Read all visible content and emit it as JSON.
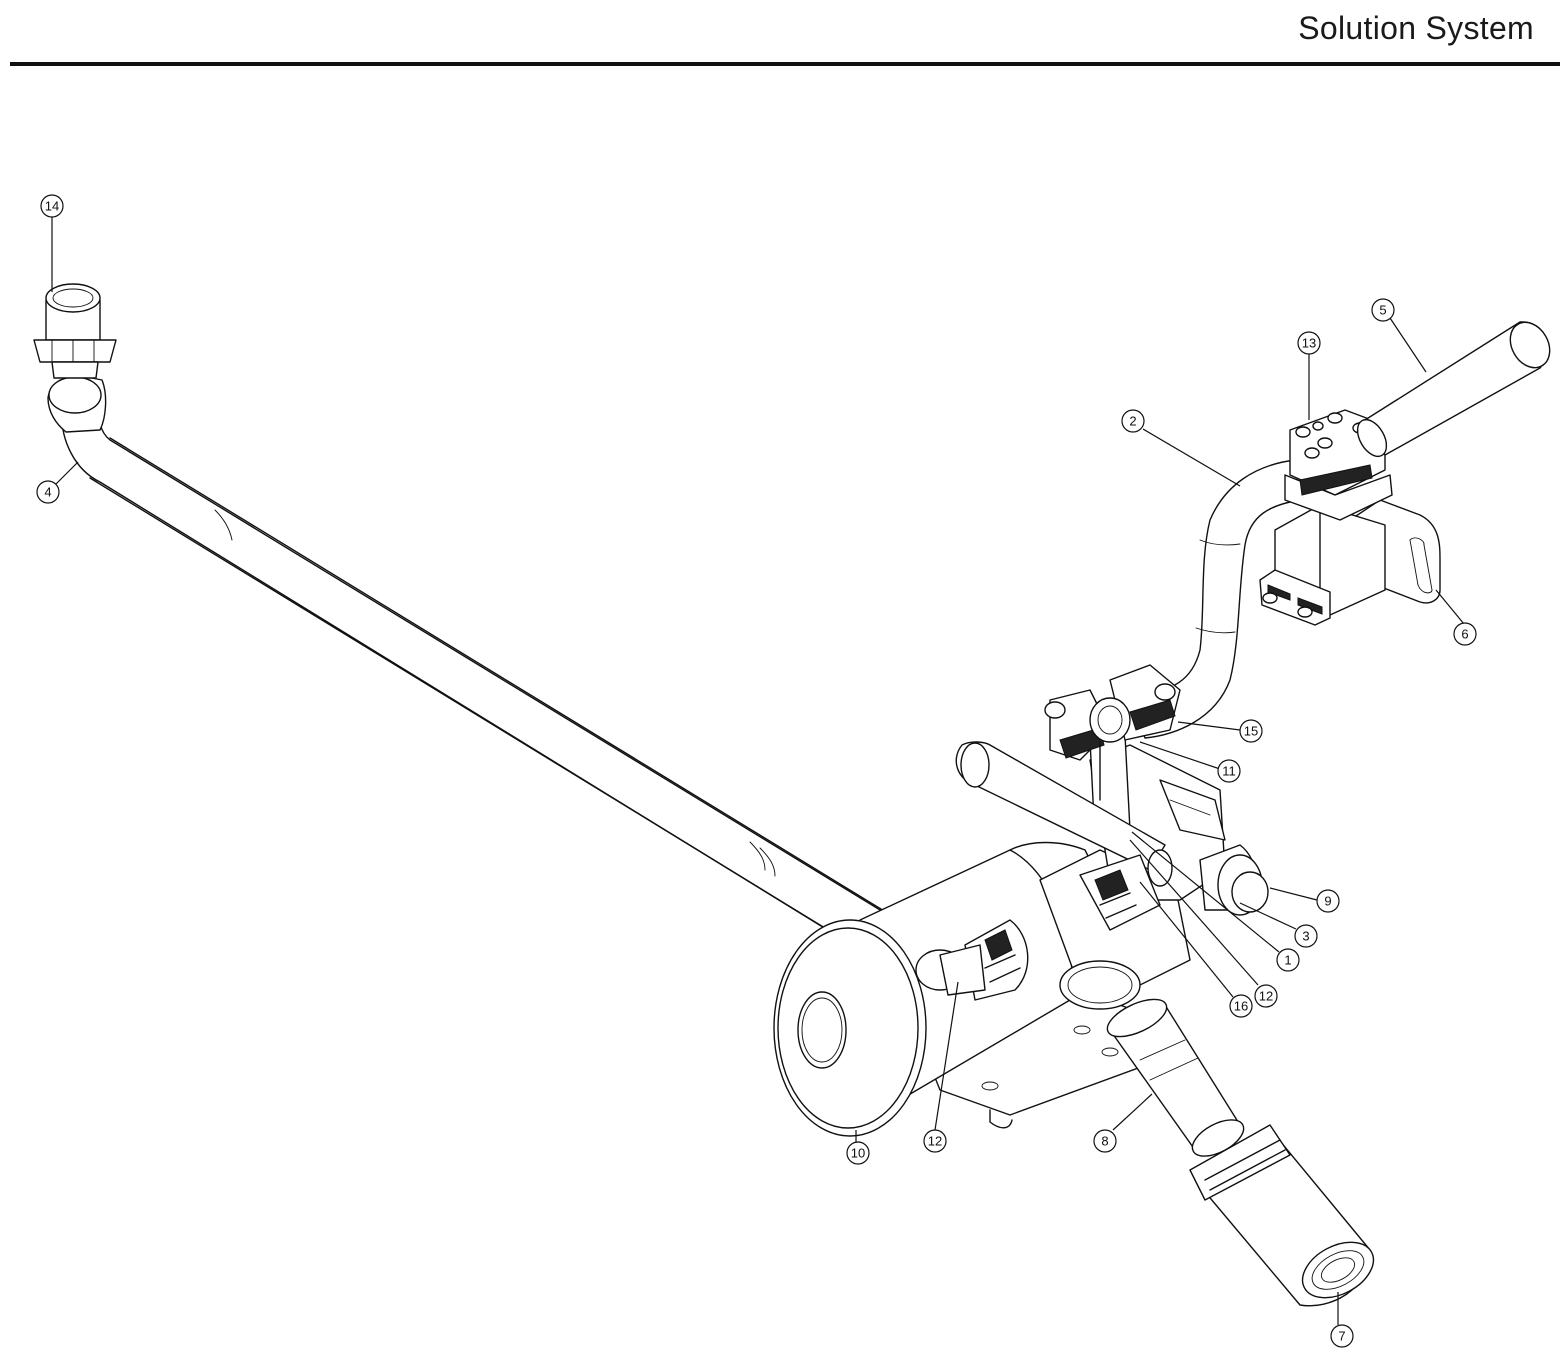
{
  "header": {
    "title": "Solution System"
  },
  "callouts": [
    {
      "id": "c14",
      "label": "14"
    },
    {
      "id": "c4",
      "label": "4"
    },
    {
      "id": "c5",
      "label": "5"
    },
    {
      "id": "c13",
      "label": "13"
    },
    {
      "id": "c2",
      "label": "2"
    },
    {
      "id": "c6",
      "label": "6"
    },
    {
      "id": "c15",
      "label": "15"
    },
    {
      "id": "c11",
      "label": "11"
    },
    {
      "id": "c9",
      "label": "9"
    },
    {
      "id": "c3",
      "label": "3"
    },
    {
      "id": "c1",
      "label": "1"
    },
    {
      "id": "c12a",
      "label": "12"
    },
    {
      "id": "c16",
      "label": "16"
    },
    {
      "id": "c12b",
      "label": "12"
    },
    {
      "id": "c10",
      "label": "10"
    },
    {
      "id": "c8",
      "label": "8"
    },
    {
      "id": "c7",
      "label": "7"
    }
  ]
}
